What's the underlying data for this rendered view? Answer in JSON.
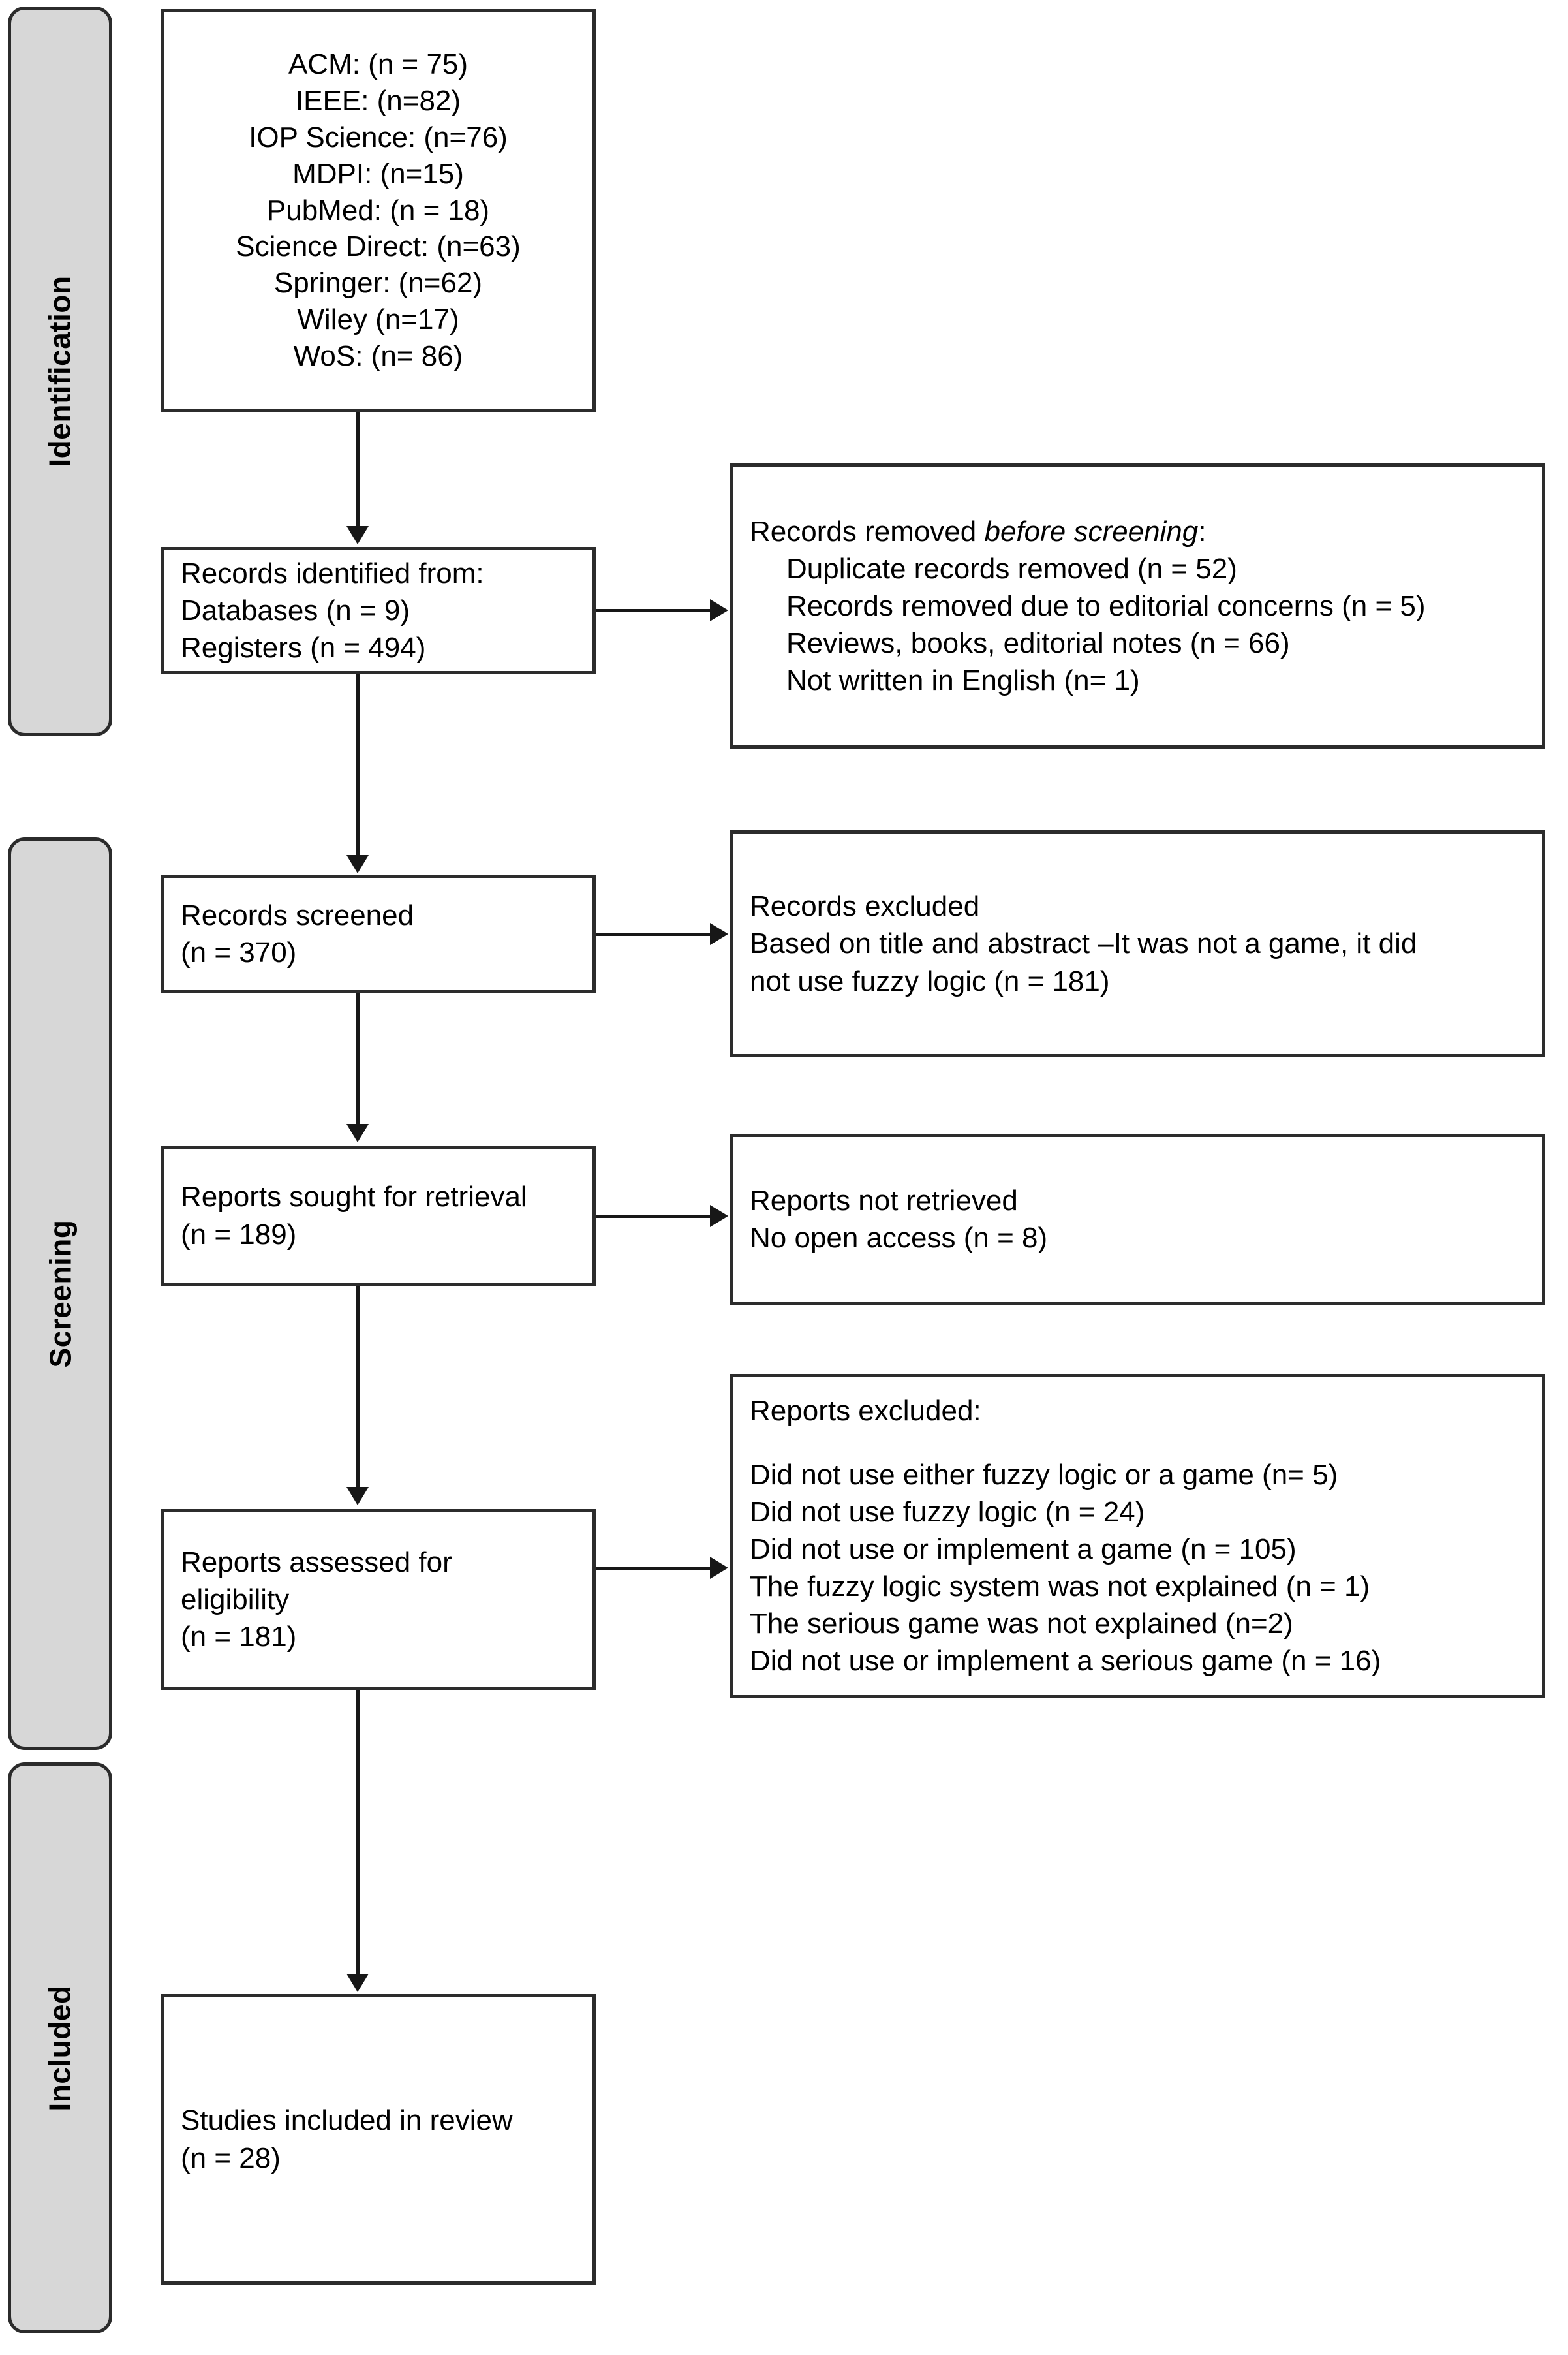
{
  "diagram": {
    "type": "prisma-flow-diagram",
    "phases": [
      {
        "id": "identification",
        "label": "Identification"
      },
      {
        "id": "screening",
        "label": "Screening"
      },
      {
        "id": "included",
        "label": "Included"
      }
    ],
    "sources_box": {
      "lines": [
        "ACM: (n = 75)",
        "IEEE: (n=82)",
        "IOP Science: (n=76)",
        "MDPI: (n=15)",
        "PubMed: (n = 18)",
        "Science Direct: (n=63)",
        "Springer: (n=62)",
        "Wiley (n=17)",
        "WoS: (n= 86)"
      ]
    },
    "identified_box": {
      "lines": [
        "Records identified from:",
        "Databases (n = 9)",
        "Registers (n = 494)"
      ]
    },
    "removed_before_screening_box": {
      "heading_plain": "Records removed ",
      "heading_italic": "before screening",
      "heading_tail": ":",
      "items": [
        "Duplicate records removed (n = 52)",
        "Records removed due to editorial concerns (n = 5)",
        "Reviews, books, editorial notes (n = 66)",
        "Not written in English (n= 1)"
      ]
    },
    "screened_box": {
      "lines": [
        "Records screened",
        "(n = 370)"
      ]
    },
    "records_excluded_box": {
      "lines": [
        "Records excluded",
        "Based on title and abstract –It was not a game, it did",
        "not use fuzzy logic (n = 181)"
      ]
    },
    "sought_box": {
      "lines": [
        "Reports sought for retrieval",
        "(n = 189)"
      ]
    },
    "not_retrieved_box": {
      "lines": [
        "Reports not retrieved",
        "No open access (n = 8)"
      ]
    },
    "assessed_box": {
      "lines": [
        "Reports assessed for",
        "eligibility",
        "(n = 181)"
      ]
    },
    "reports_excluded_box": {
      "heading": "Reports excluded:",
      "items": [
        "Did not use either fuzzy logic or a game (n= 5)",
        "Did not use fuzzy logic (n = 24)",
        "Did not use or implement a game (n = 105)",
        "The fuzzy logic system was not explained (n = 1)",
        "The serious game was not explained (n=2)",
        "Did not use or implement a serious game (n = 16)"
      ]
    },
    "included_box": {
      "lines": [
        "Studies included in review",
        "(n = 28)"
      ]
    },
    "colors": {
      "phase_fill": "#d7d7d7",
      "phase_border": "#2b2b2b",
      "box_border": "#2c2c2c",
      "box_fill": "#ffffff",
      "connector": "#171717",
      "text": "#000000"
    }
  }
}
